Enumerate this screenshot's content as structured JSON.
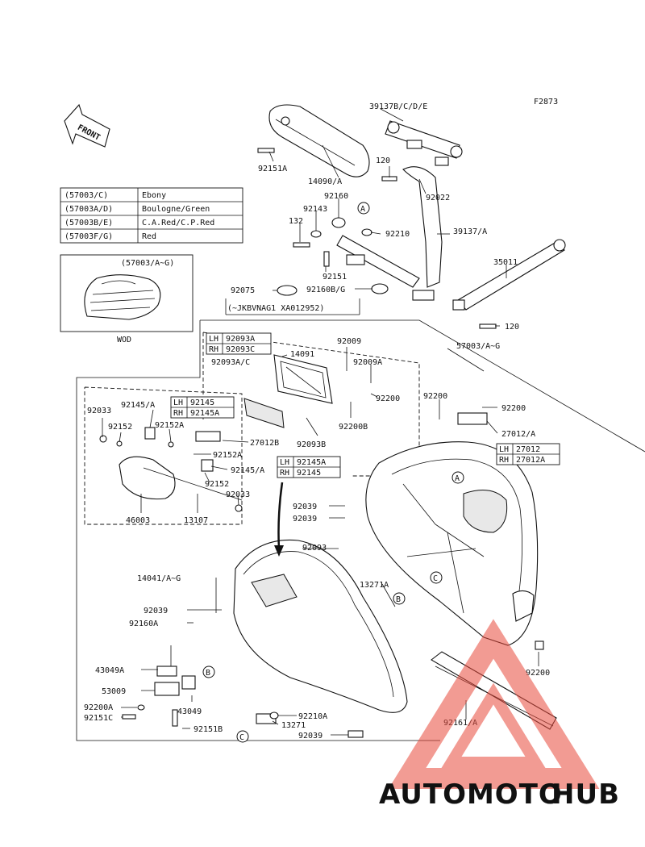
{
  "diagram": {
    "code": "F2873",
    "front_label": "FRONT",
    "color_table": [
      {
        "code": "(57003/C)",
        "color": "Ebony"
      },
      {
        "code": "(57003A/D)",
        "color": "Boulogne/Green"
      },
      {
        "code": "(57003B/E)",
        "color": "C.A.Red/C.P.Red"
      },
      {
        "code": "(57003F/G)",
        "color": "Red"
      }
    ],
    "inset": {
      "title": "(57003/A~G)",
      "caption": "WOD"
    },
    "serial_note": "(~JKBVNAG1 XA012952)",
    "side_tables": {
      "t1": [
        [
          "LH",
          "92093A"
        ],
        [
          "RH",
          "92093C"
        ]
      ],
      "t2": [
        [
          "LH",
          "92145"
        ],
        [
          "RH",
          "92145A"
        ]
      ],
      "t3": [
        [
          "LH",
          "92145A"
        ],
        [
          "RH",
          "92145"
        ]
      ],
      "t4": [
        [
          "LH",
          "27012"
        ],
        [
          "RH",
          "27012A"
        ]
      ]
    },
    "callouts": {
      "A": "A",
      "B": "B",
      "C": "C"
    },
    "labels": [
      "39137B/C/D/E",
      "92151A",
      "14090/A",
      "120",
      "92160",
      "92022",
      "92143",
      "132",
      "92210",
      "39137/A",
      "92151",
      "35011",
      "92075",
      "92160B/G",
      "120",
      "14091",
      "92009",
      "92009A",
      "92093A/C",
      "57003/A~G",
      "92200",
      "92200",
      "92200",
      "92033",
      "92145/A",
      "92152",
      "92152A",
      "27012B",
      "92200B",
      "27012/A",
      "92093B",
      "92152A",
      "92145/A",
      "92152",
      "92033",
      "46003",
      "13107",
      "92039",
      "92039",
      "92093",
      "14041/A~G",
      "13271A",
      "92039",
      "92160A",
      "92200",
      "43049A",
      "53009",
      "43049",
      "92200A",
      "92151C",
      "92151B",
      "92210A",
      "13271",
      "92039",
      "92161/A"
    ],
    "watermark": {
      "part1": "AUTOMOTO",
      "part2": "HUB"
    }
  }
}
